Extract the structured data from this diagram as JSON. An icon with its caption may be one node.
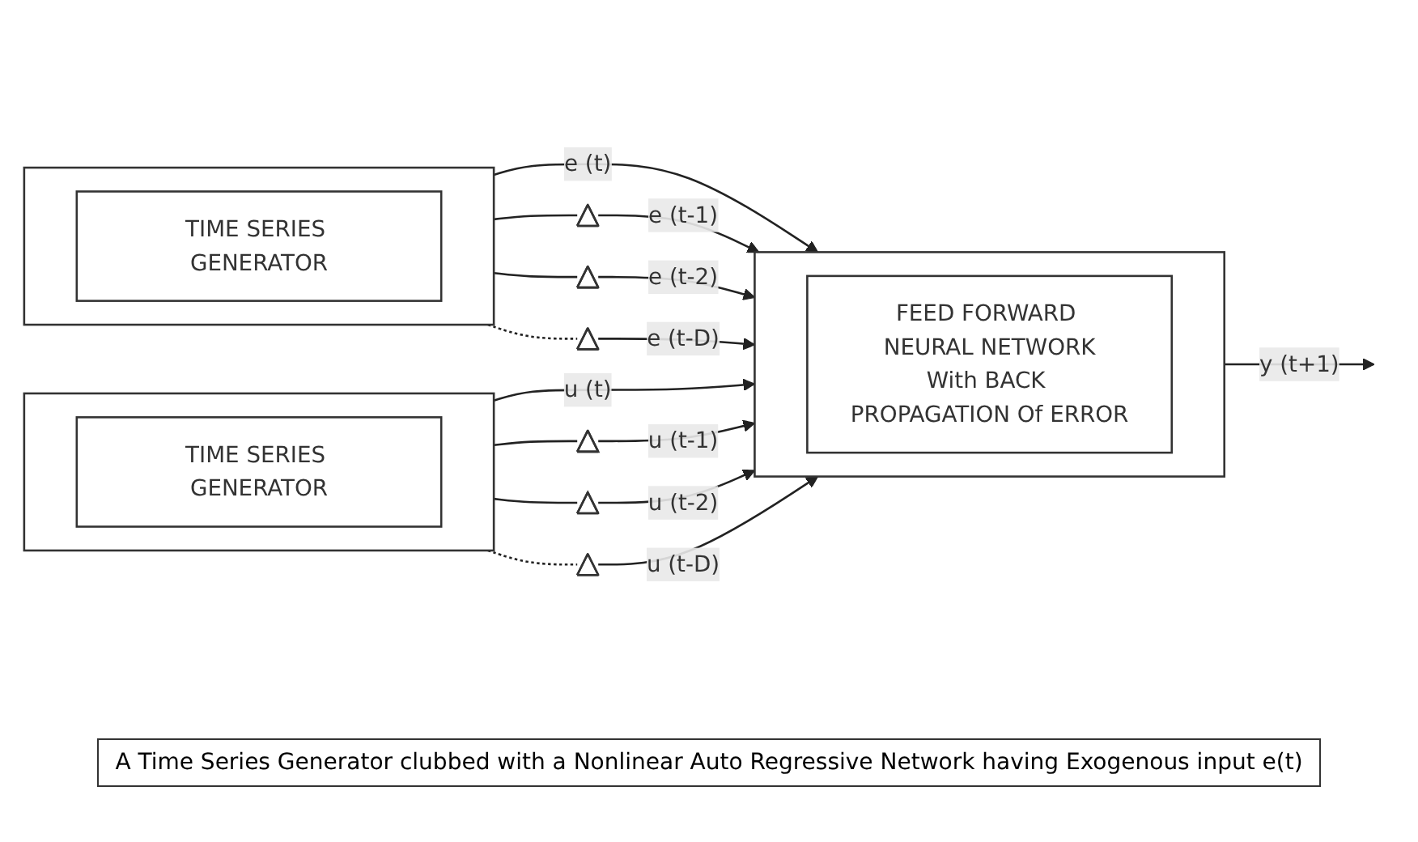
{
  "diagram": {
    "caption": "A Time Series Generator clubbed with a Nonlinear Auto Regressive Network having Exogenous input e(t)",
    "nodes": [
      {
        "text": [],
        "shape": "box"
      },
      {
        "text": [
          "TIME SERIES GENERATOR"
        ],
        "in": 0
      },
      {
        "text": [],
        "shape": "triangle"
      },
      {
        "text": [],
        "shape": "triangle"
      },
      {
        "text": [],
        "shape": "triangle"
      },
      {
        "text": [],
        "shape": "box"
      },
      {
        "text": [
          "TIME SERIES GENERATOR"
        ],
        "in": 5
      },
      {
        "text": [],
        "shape": "triangle"
      },
      {
        "text": [],
        "shape": "triangle"
      },
      {
        "text": [],
        "shape": "triangle"
      },
      {
        "text": [],
        "shape": "box"
      },
      {
        "text": [
          "FEED FORWARD NEURAL NETWORK",
          "With BACK PROPAGATION Of ERROR"
        ],
        "in": 10
      }
    ],
    "edges": [
      {
        "from": 0,
        "to": 10,
        "arrow": "to",
        "label": "e (t)"
      },
      {
        "from": 0,
        "to": 2,
        "arrow": "none"
      },
      {
        "from": 0,
        "to": 3,
        "arrow": "none"
      },
      {
        "from": 0,
        "to": 4,
        "arrow": "none",
        "style": "dashed"
      },
      {
        "from": 2,
        "to": 10,
        "arrow": "to",
        "label": "e (t-1)"
      },
      {
        "from": 3,
        "to": 10,
        "arrow": "to",
        "label": "e (t-2)"
      },
      {
        "from": 4,
        "to": 10,
        "arrow": "to",
        "label": "e (t-D)"
      },
      {
        "from": 5,
        "to": 10,
        "arrow": "to",
        "label": "u (t)"
      },
      {
        "from": 5,
        "to": 7,
        "arrow": "none"
      },
      {
        "from": 5,
        "to": 8,
        "arrow": "none"
      },
      {
        "from": 5,
        "to": 9,
        "arrow": "none",
        "style": "dashed"
      },
      {
        "from": 7,
        "to": 10,
        "arrow": "to",
        "label": "u (t-1)"
      },
      {
        "from": 8,
        "to": 10,
        "arrow": "to",
        "label": "u (t-2)"
      },
      {
        "from": 9,
        "to": 10,
        "arrow": "to",
        "label": "u (t-D)"
      },
      {
        "from": 10,
        "to": null,
        "arrow": "to",
        "label": "y (t+1)"
      }
    ]
  }
}
